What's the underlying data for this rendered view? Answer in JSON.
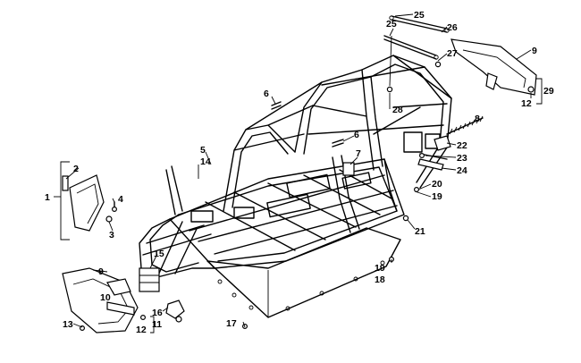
{
  "callouts": {
    "c1": "1",
    "c2": "2",
    "c3": "3",
    "c4": "4",
    "c5": "5",
    "c6": "6",
    "c7": "7",
    "c8": "8",
    "c9": "9",
    "c10": "10",
    "c11": "11",
    "c12": "12",
    "c13": "13",
    "c14": "14",
    "c15": "15",
    "c16": "16",
    "c17": "17",
    "c18": "18",
    "c19": "19",
    "c20": "20",
    "c21": "21",
    "c22": "22",
    "c23": "23",
    "c24": "24",
    "c25": "25",
    "c26": "26",
    "c27": "27",
    "c28": "28",
    "c29": "29"
  },
  "colors": {
    "line": "#000000",
    "background": "#ffffff"
  }
}
